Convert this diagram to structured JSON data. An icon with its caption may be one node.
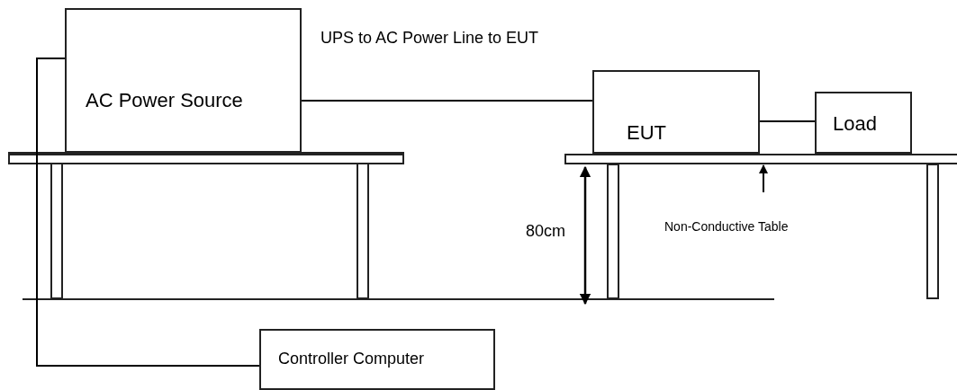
{
  "diagram": {
    "nodes": [
      {
        "text": [
          "AC Power Source"
        ]
      },
      {
        "text": [
          "EUT"
        ]
      },
      {
        "text": [
          "Load"
        ]
      },
      {
        "text": [
          "Controller Computer"
        ]
      },
      {
        "text": [
          "Non-Conductive Table"
        ]
      },
      {
        "text": [],
        "shape": "bar"
      }
    ],
    "edges": [
      {
        "from": 0,
        "to": 1,
        "arrow": "none"
      },
      {
        "from": 1,
        "to": 2,
        "arrow": "none"
      },
      {
        "from": 0,
        "to": 3,
        "arrow": "none"
      },
      {
        "from": 4,
        "to": 5,
        "arrow": "to"
      }
    ],
    "labels": [
      "UPS to AC Power Line to EUT",
      "80cm"
    ]
  }
}
